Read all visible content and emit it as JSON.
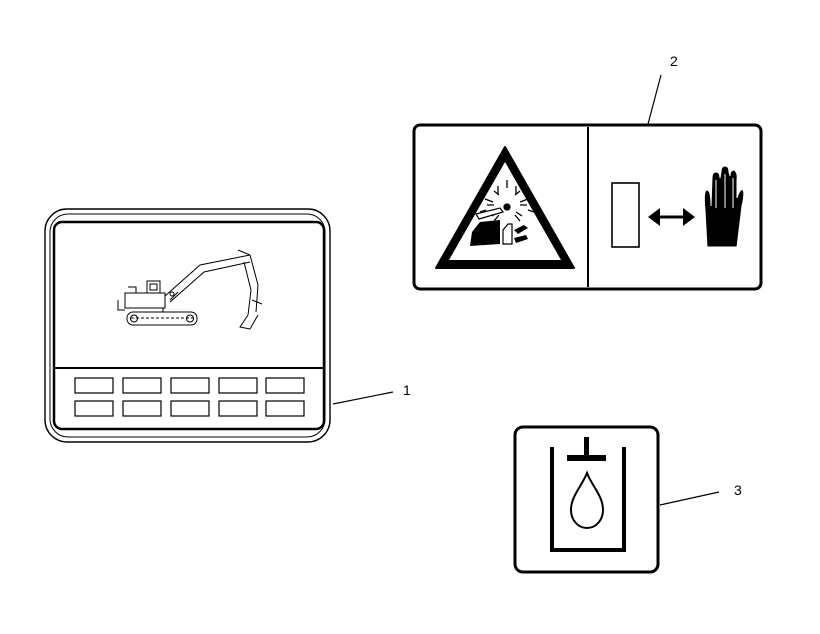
{
  "callouts": [
    {
      "label": "1"
    },
    {
      "label": "2"
    },
    {
      "label": "3"
    }
  ],
  "parts": [
    {
      "callout": "1",
      "icon": "excavator-decal-icon"
    },
    {
      "callout": "2",
      "icon": "crush-hazard-warning-icon"
    },
    {
      "callout": "3",
      "icon": "hydraulic-oil-icon"
    }
  ],
  "colors": {
    "line": "#000000",
    "background": "#ffffff"
  }
}
